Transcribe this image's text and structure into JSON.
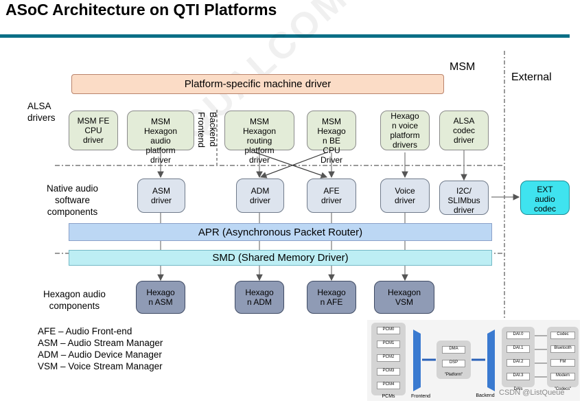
{
  "title": "ASoC Architecture on QTI Platforms",
  "msm_label": "MSM",
  "external_label": "External",
  "machine_driver": "Platform-specific machine driver",
  "alsa_drivers_label": "ALSA\ndrivers",
  "frontend_label": "Frontend",
  "backend_label": "Backend",
  "native_label": "Native audio\nsoftware\ncomponents",
  "hexagon_label": "Hexagon audio\ncomponents",
  "alsa_boxes": {
    "msm_fe": "MSM FE\nCPU\ndriver",
    "hex_audio": "MSM\nHexagon\naudio\nplatform\ndriver",
    "hex_routing": "MSM\nHexagon\nrouting\nplatform\ndriver",
    "hex_be": "MSM\nHexago\nn BE\nCPU\nDriver",
    "hex_voice": "Hexago\nn voice\nplatform\ndrivers",
    "alsa_codec": "ALSA\ncodec\ndriver"
  },
  "native_boxes": {
    "asm": "ASM\ndriver",
    "adm": "ADM\ndriver",
    "afe": "AFE\ndriver",
    "voice": "Voice\ndriver",
    "i2c": "I2C/\nSLIMbus\ndriver",
    "ext": "EXT\naudio\ncodec"
  },
  "apr": "APR (Asynchronous Packet Router)",
  "smd": "SMD (Shared Memory Driver)",
  "hexagon_boxes": {
    "asm": "Hexago\nn ASM",
    "adm": "Hexago\nn ADM",
    "afe": "Hexago\nn AFE",
    "vsm": "Hexagon\nVSM"
  },
  "legend": [
    "AFE – Audio Front-end",
    "ASM – Audio Stream Manager",
    "ADM – Audio Device Manager",
    "VSM – Voice Stream Manager"
  ],
  "watermark": "QUALCOMM",
  "mini": {
    "pcms": [
      "PCM0",
      "PCM1",
      "PCM2",
      "PCM3",
      "PCM4"
    ],
    "pcms_label": "PCMs",
    "frontend": "Frontend",
    "platform_items": [
      "DMA",
      "DSP"
    ],
    "platform_label": "\"Platform\"",
    "backend": "Backend",
    "dais": [
      "DAI.0",
      "DAI.1",
      "DAI.2",
      "DAI.3"
    ],
    "dais_label": "DAIs",
    "codecs": [
      "Codec",
      "Bluetooth",
      "FM",
      "Modem"
    ],
    "codecs_label": "\"Codecs\"",
    "csdn": "CSDN @ListQueue"
  }
}
